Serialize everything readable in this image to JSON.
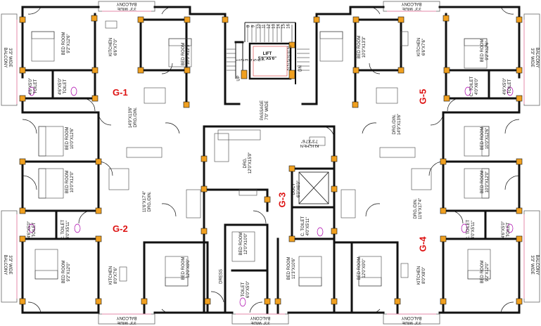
{
  "units": {
    "g1": "G-1",
    "g2": "G-2",
    "g3": "G-3",
    "g4": "G-4",
    "g5": "G-5"
  },
  "balcony": {
    "wide": "3'3\" WIDE",
    "word": "BALCONY",
    "left_top": [
      "3'3\" WIDE",
      "BALCONY"
    ],
    "left_bottom": [
      "3'3\" WIDE",
      "BALCONY"
    ],
    "right_top": [
      "BALCONY",
      "3'3\" WIDE"
    ],
    "right_bottom": [
      "BALCONY",
      "3'3\" WIDE"
    ]
  },
  "rooms": {
    "bed_9_2x12_6": [
      "BED ROOM",
      "9'2\"X12'6\""
    ],
    "bed_9_2x12_0": [
      "BED ROOM",
      "9'2\"X12'0\""
    ],
    "bed_10x12_6": [
      "BED ROOM",
      "10'0\"X12'6\""
    ],
    "bed_10x12_0": [
      "BED ROOM",
      "10'0\"X12'0\""
    ],
    "bed_10x13": [
      "BED ROOM",
      "10'0\"X13'3\""
    ],
    "bed_10x12_3": [
      "BED ROOM",
      "10'0\"X12'3\""
    ],
    "bed_12x10": [
      "BED ROOM",
      "12'0\"X10'0\""
    ],
    "bed_11x10_6": [
      "BED ROOM",
      "11'3\"X10'6\""
    ],
    "bed_12x9": [
      "BED ROOM",
      "12'0\"X9'0\""
    ],
    "kitchen_6x70": [
      "KITCHEN",
      "6'6\"X7'0\""
    ],
    "kitchen_6x75": [
      "KITCHEN",
      "6'6\"X7'6\""
    ],
    "kitchen_8x8": [
      "KITCHEN",
      "8'0\"X8'0\""
    ],
    "kitchen_8x7": [
      "KITCHEN",
      "8'0\"X7'6\""
    ],
    "kitchen_g3": [
      "KITCHEN",
      "7'3\"X7'6\""
    ],
    "toilet_a": [
      "4'6\"X5'0\"",
      "TOILET"
    ],
    "toilet_b": [
      "4'6\"X5'0\"",
      "TOILET"
    ],
    "ctoilet_a": [
      "C. TOILET",
      "4'0\"X6'0\""
    ],
    "ctoilet_b": [
      "C. TOILET",
      "4'0\"X6'0\""
    ],
    "ctoilet_g2": [
      "C. TOILET",
      "4'0\"X5'11\""
    ],
    "ctoilet_g4": [
      "C. TOILET",
      "4'0\"X5'11\""
    ],
    "ctoilet_g3": [
      "C. TOILET",
      "4'0\"X5'11\""
    ],
    "toilet_g3": [
      "TOILET",
      "6'0\"X5'0\""
    ],
    "toilet_l": [
      "4'6\"X5'0\"",
      "TOILET"
    ],
    "toilet_r": [
      "4'6\"X5'0\"",
      "TOILET"
    ],
    "drg_g1": [
      "14'9\"X13'6\"",
      "DRG./DIN."
    ],
    "drg_g2": [
      "11'6\"X17'4\"",
      "DRG./DIN."
    ],
    "drg_g5": [
      "DRG./DIN.",
      "14'9\"X13'6\""
    ],
    "drg_g4": [
      "DRG./DIN.",
      "11'6\"X17'4\""
    ],
    "drg_g3": [
      "DRG.",
      "12'0\"X15'9\""
    ],
    "duct": [
      "DUCT",
      "6'0\"X6'0\""
    ],
    "dress": "DRESS",
    "passage": [
      "PASSAGE",
      "7'0\" WIDE"
    ],
    "lift": [
      "LIFT",
      "5'6\"X5'6\""
    ],
    "up": "UP",
    "dn": "DN"
  },
  "stair_steps_top": [
    "8",
    "9",
    "10",
    "11",
    "12",
    "13",
    "14",
    "15",
    "16"
  ],
  "stair_steps_bottom": [
    "2",
    "3",
    "4",
    "5",
    "6",
    "7"
  ],
  "stair_steps_bottom_first": "1",
  "stair_steps_bottom_right": [
    "17",
    "18",
    "19",
    "20",
    "21",
    "22"
  ]
}
